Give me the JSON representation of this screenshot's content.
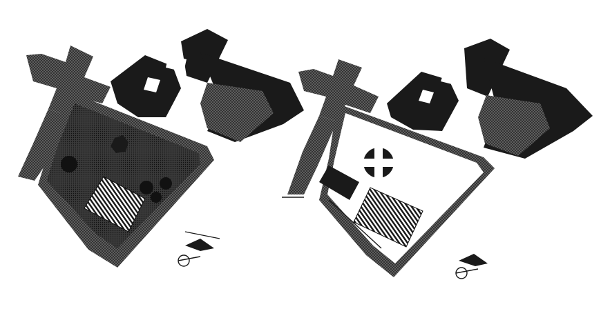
{
  "drawing": {
    "colors": {
      "ink": "#1a1a1a",
      "hatch": "#4a4a4a",
      "paper": "#ffffff"
    },
    "plans": [
      {
        "id": "left",
        "fill_style": "hatched-landscape"
      },
      {
        "id": "right",
        "fill_style": "open-courtyard"
      }
    ],
    "symbols": [
      "north-arrow",
      "north-arrow"
    ]
  }
}
